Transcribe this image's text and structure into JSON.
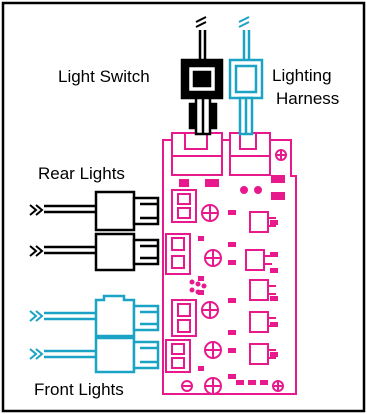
{
  "labels": {
    "light_switch": "Light Switch",
    "lighting_harness": [
      "Lighting",
      "Harness"
    ],
    "rear_lights": "Rear Lights",
    "front_lights": "Front Lights"
  },
  "colors": {
    "board": "#e8198c",
    "cyan": "#1aa3c4",
    "black": "#000000",
    "frame": "#000000"
  }
}
